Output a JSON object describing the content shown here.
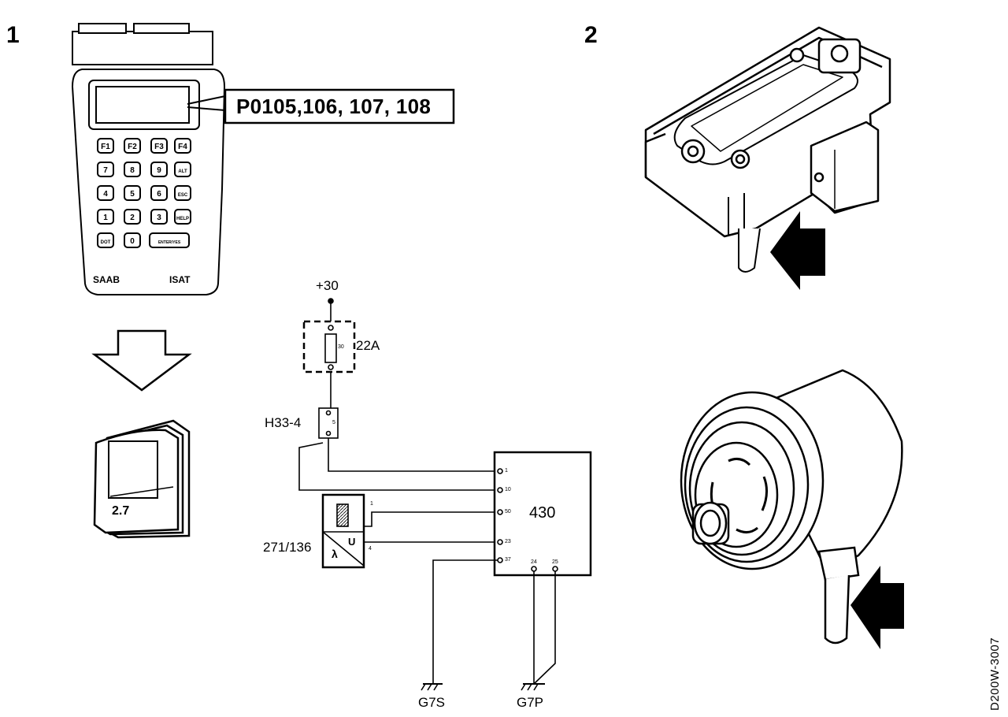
{
  "steps": {
    "one": "1",
    "two": "2"
  },
  "scan_tool": {
    "fault_codes": "P0105,106, 107, 108",
    "brand": "SAAB",
    "model": "ISAT",
    "keys": {
      "f1": "F1",
      "f2": "F2",
      "f3": "F3",
      "f4": "F4",
      "k7": "7",
      "k8": "8",
      "k9": "9",
      "alt": "ALT",
      "k4": "4",
      "k5": "5",
      "k6": "6",
      "esc": "ESC",
      "k1": "1",
      "k2": "2",
      "k3": "3",
      "help": "HELP",
      "dot": "DOT",
      "k0": "0",
      "enter": "ENTER/YES"
    }
  },
  "manual": {
    "label": "2.7"
  },
  "circuit": {
    "supply": "+30",
    "fuse": "22A",
    "fuse_inner": "30",
    "connector": "H33-4",
    "connector_inner": "5",
    "sensor": "271/136",
    "sensor_symbol_u": "U",
    "sensor_symbol_lambda": "λ",
    "sensor_pin_1": "1",
    "sensor_pin_4": "4",
    "control_unit": "430",
    "pins": {
      "p1": "1",
      "p2": "10",
      "p3": "50",
      "p4": "23",
      "p5": "37",
      "p6": "24",
      "p7": "25"
    },
    "ground_1": "G7S",
    "ground_2": "G7P"
  },
  "figure_ref": "D200W-3007"
}
